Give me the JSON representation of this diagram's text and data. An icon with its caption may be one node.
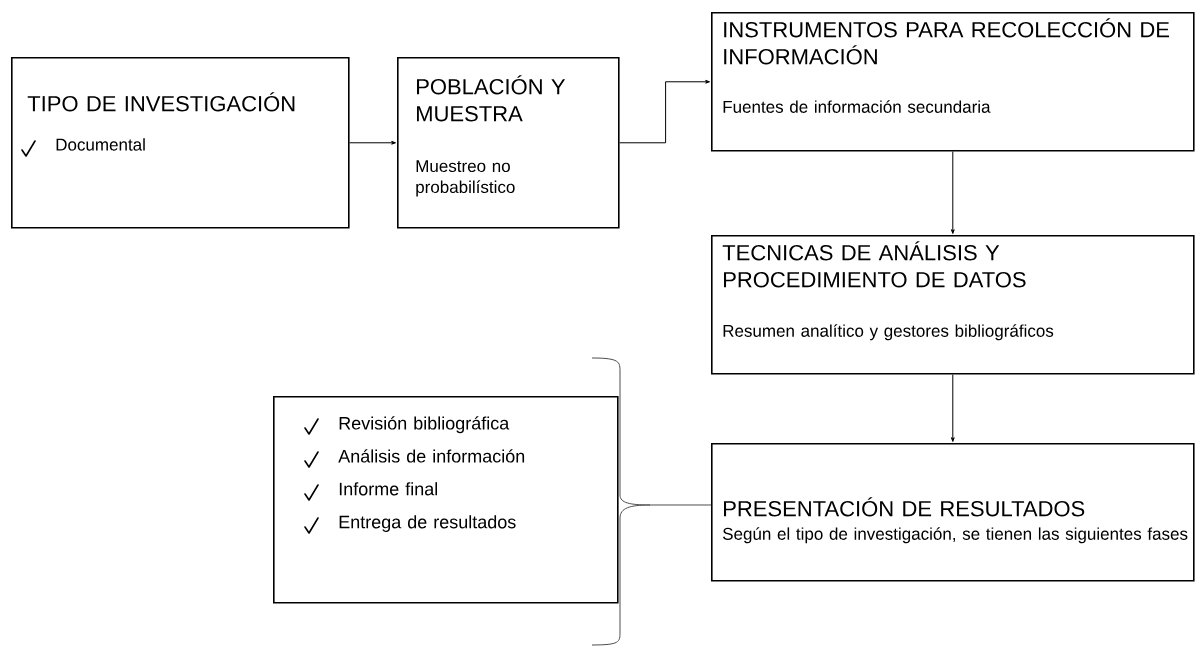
{
  "diagram": {
    "nodes": [
      {
        "text": [
          "TIPO DE INVESTIGACIÓN",
          "Documental"
        ]
      },
      {
        "text": [
          "POBLACIÓN Y MUESTRA",
          "Muestreo no probabilístico"
        ]
      },
      {
        "text": [
          "INSTRUMENTOS PARA RECOLECCIÓN DE INFORMACIÓN",
          "Fuentes de información secundaria"
        ]
      },
      {
        "text": [
          "TECNICAS DE ANÁLISIS Y PROCEDIMIENTO DE DATOS",
          "Resumen analítico y gestores bibliográficos"
        ]
      },
      {
        "text": [
          "PRESENTACIÓN DE RESULTADOS",
          "Según el tipo de investigación, se tienen las siguientes fases"
        ]
      },
      {
        "text": [
          "Revisión bibliográfica",
          "Análisis de información",
          "Informe final",
          "Entrega de resultados"
        ]
      }
    ],
    "edges": [
      {
        "from": 0,
        "to": 1,
        "arrow": "to"
      },
      {
        "from": 1,
        "to": 2,
        "arrow": "to"
      },
      {
        "from": 2,
        "to": 3,
        "arrow": "to"
      },
      {
        "from": 3,
        "to": 4,
        "arrow": "to"
      }
    ]
  }
}
